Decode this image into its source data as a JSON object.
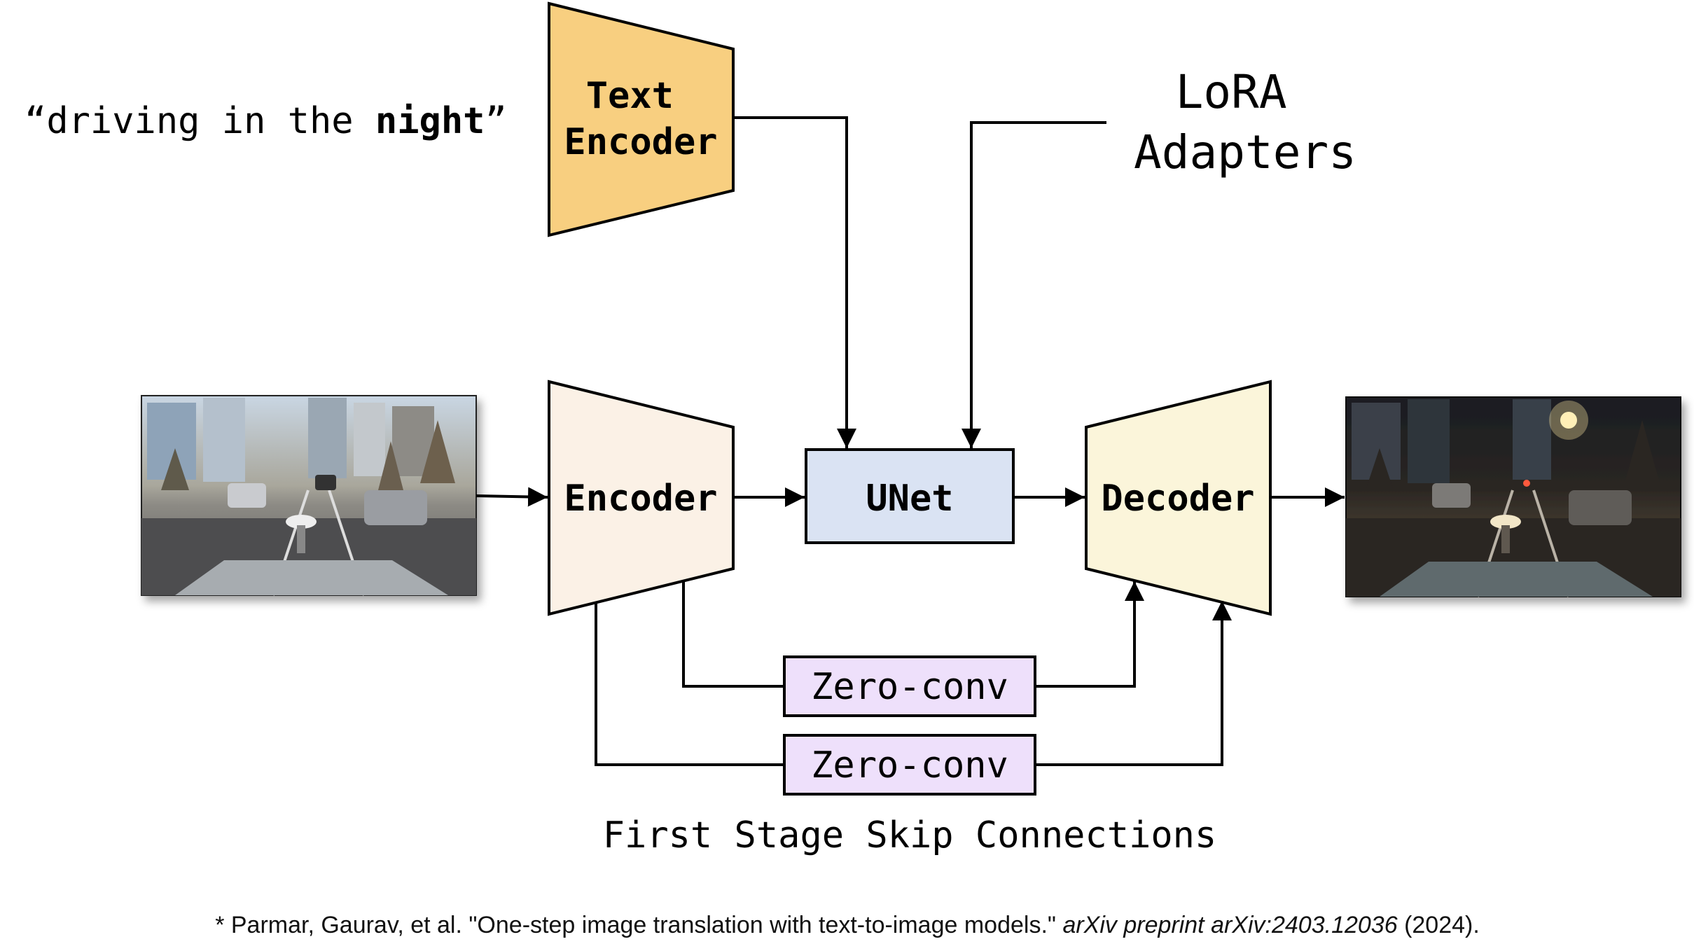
{
  "prompt": {
    "open_quote": "“",
    "prefix": "driving in the ",
    "bold_word": "night",
    "close_quote": "”"
  },
  "blocks": {
    "text_encoder": [
      "Text",
      "Encoder"
    ],
    "encoder": "Encoder",
    "unet": "UNet",
    "decoder": "Decoder",
    "zero_conv_1": "Zero-conv",
    "zero_conv_2": "Zero-conv"
  },
  "lora": [
    "LoRA",
    "Adapters"
  ],
  "skip_caption": "First Stage Skip Connections",
  "citation": {
    "lead": "* Parmar, Gaurav, et al. \"One-step image translation with text-to-image models.\" ",
    "venue": "arXiv preprint arXiv:2403.12036",
    "year": " (2024)."
  },
  "images": {
    "input": "daytime street driving scene",
    "output": "nighttime street driving scene"
  },
  "colors": {
    "text_encoder": "#F8CF80",
    "encoder": "#FBF1E6",
    "unet": "#DAE3F3",
    "decoder": "#FBF5DA",
    "zero_conv": "#EEE0FB"
  }
}
